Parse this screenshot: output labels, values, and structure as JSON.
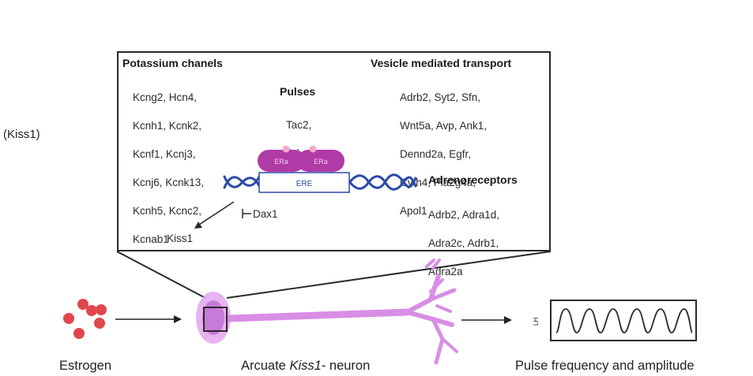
{
  "side_label": "(Kiss1)",
  "inset": {
    "potassium": {
      "heading": "Potassium chanels",
      "genes": [
        "Kcng2, Hcn4,",
        "Kcnh1, Kcnk2,",
        "Kcnf1, Kcnj3,",
        "Kcnj6, Kcnk13,",
        "Kcnh5, Kcnc2,",
        "Kcnab1"
      ]
    },
    "pulses": {
      "heading": "Pulses",
      "genes": [
        "Tac2,",
        "Pdyn"
      ]
    },
    "vesicle": {
      "heading": "Vesicle mediated transport",
      "genes": [
        "Adrb2, Syt2, Sfn,",
        "Wnt5a, Avp, Ank1,",
        "Dennd2a, Egfr,",
        "Cyth4, Pla2g4a,",
        "Apol1"
      ]
    },
    "adreno": {
      "heading": "Adrenoreceptors",
      "genes": [
        "Adrb2, Adra1d,",
        "Adra2c, Adrb1,",
        "Adra2a"
      ]
    },
    "receptor_left": "ERa",
    "receptor_right": "ERa",
    "element": "ERE",
    "repressor": "Dax1",
    "target": "Kiss1"
  },
  "bottom": {
    "estrogen": "Estrogen",
    "neuron_prefix": "Arcuate ",
    "neuron_italic": "Kiss1",
    "neuron_suffix": "- neuron",
    "pulse": "Pulse frequency and amplitude",
    "lh_axis": "LH"
  },
  "colors": {
    "neuron": "#d98ee6",
    "neuron_body": "#c77bd8",
    "receptor": "#b03aa6",
    "receptor_dot": "#f3a9c8",
    "dna": "#2c4aa8",
    "estrogen": "#e0474c"
  }
}
